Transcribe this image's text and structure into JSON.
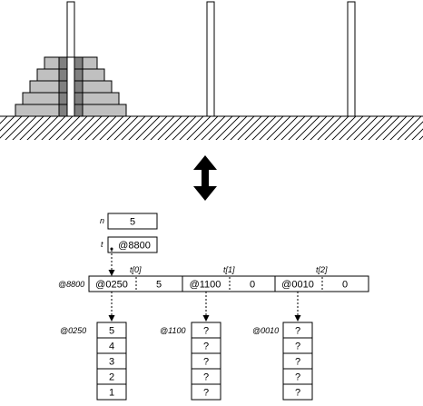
{
  "hanoi": {
    "peg_count": 3,
    "disk_count": 5,
    "disks_on_peg": 1
  },
  "arrow": {
    "icon": "double-arrow-up-down-icon"
  },
  "vars": [
    {
      "name": "n",
      "value": "5"
    },
    {
      "name": "t",
      "value": "@8800"
    }
  ],
  "struct": {
    "address": "@8800",
    "fields": [
      {
        "label": "t[0]",
        "ptr": "@0250",
        "count": "5"
      },
      {
        "label": "t[1]",
        "ptr": "@1100",
        "count": "0"
      },
      {
        "label": "t[2]",
        "ptr": "@0010",
        "count": "0"
      }
    ]
  },
  "stacks": [
    {
      "address": "@0250",
      "cells": [
        "5",
        "4",
        "3",
        "2",
        "1"
      ]
    },
    {
      "address": "@1100",
      "cells": [
        "?",
        "?",
        "?",
        "?",
        "?"
      ]
    },
    {
      "address": "@0010",
      "cells": [
        "?",
        "?",
        "?",
        "?",
        "?"
      ]
    }
  ],
  "colors": {
    "disk_fill": "#c0c0c0",
    "disk_inner": "#808080",
    "line": "#000000"
  }
}
